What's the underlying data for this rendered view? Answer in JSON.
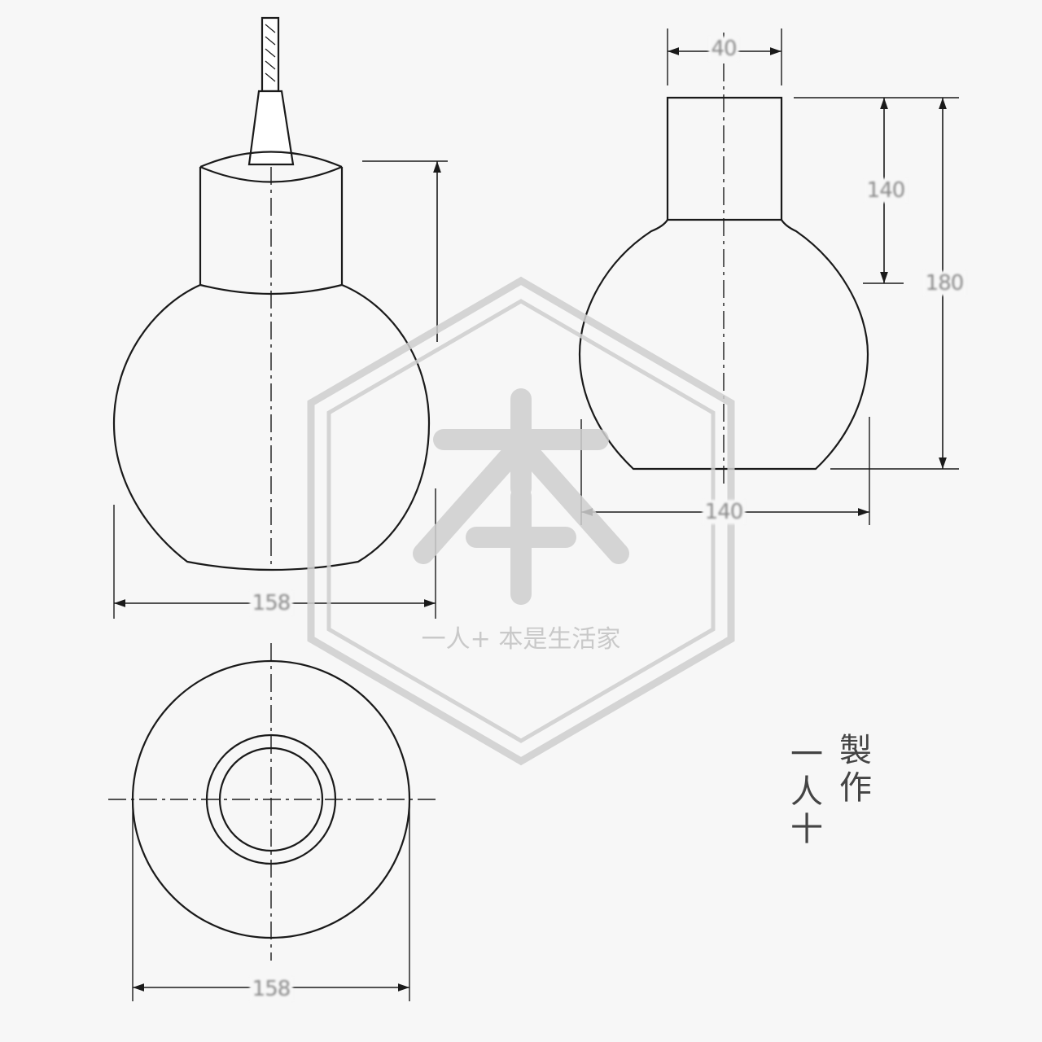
{
  "dimensions": {
    "front_width": "158",
    "top_width_top_view": "40",
    "neck_height": "140",
    "total_height": "180",
    "side_width": "140",
    "bottom_diameter": "158"
  },
  "watermark": {
    "logo_char": "本",
    "caption": "一人+ 本是生活家"
  },
  "signature": {
    "author": "一人十",
    "made": "製作"
  },
  "colors": {
    "line": "#1a1a1a",
    "watermark": "#cfcfcf"
  }
}
